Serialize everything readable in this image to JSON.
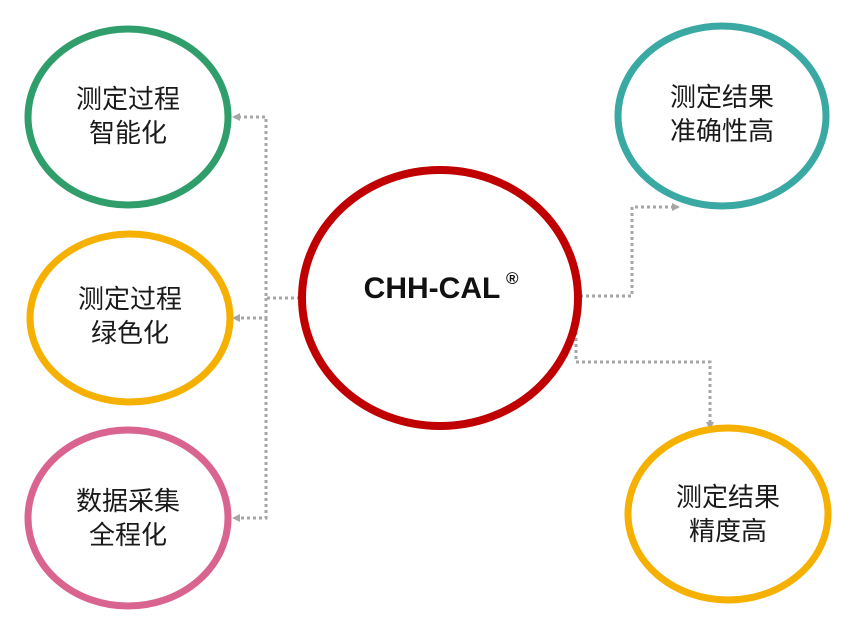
{
  "colors": {
    "green": "#2f9e6a",
    "yellow": "#f5b000",
    "pink": "#d9648f",
    "red": "#c00000",
    "teal": "#3aa9a3",
    "connector": "#a6a6a6"
  },
  "center": {
    "label": "CHH-CAL",
    "mark": "®"
  },
  "left_nodes": [
    {
      "line1": "测定过程",
      "line2": "智能化"
    },
    {
      "line1": "测定过程",
      "line2": "绿色化"
    },
    {
      "line1": "数据采集",
      "line2": "全程化"
    }
  ],
  "right_nodes": [
    {
      "line1": "测定结果",
      "line2": "准确性高"
    },
    {
      "line1": "测定结果",
      "line2": "精度高"
    }
  ]
}
